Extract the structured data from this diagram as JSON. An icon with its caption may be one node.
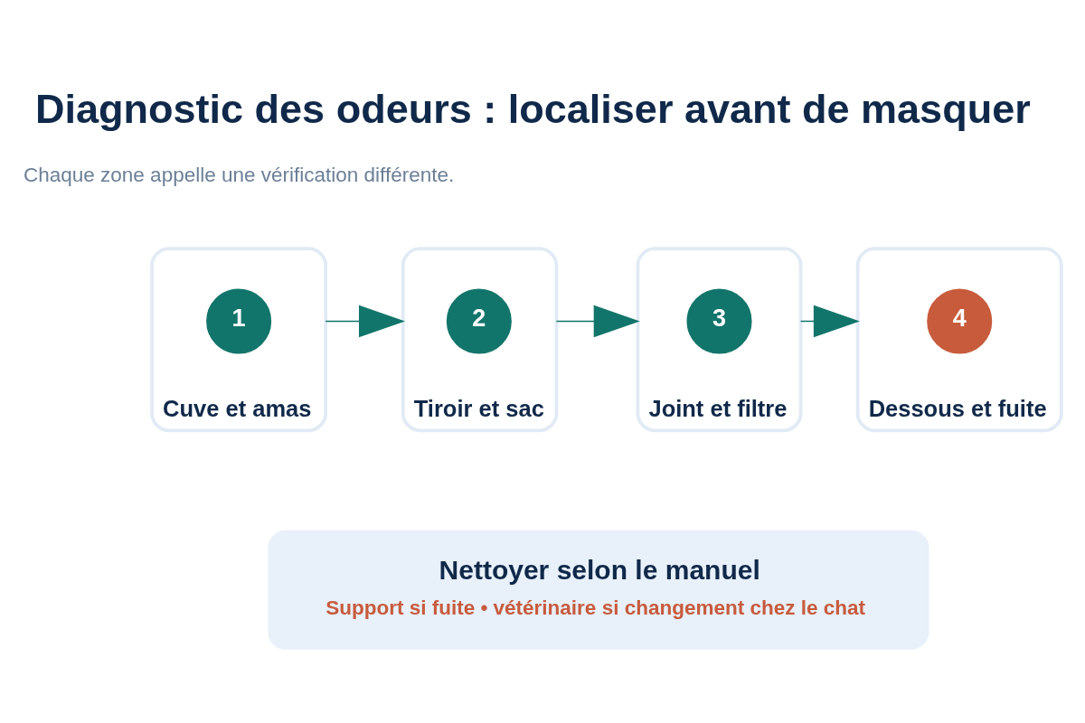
{
  "diagram": {
    "title": "Diagnostic des odeurs : localiser avant de masquer",
    "nodes": [
      {
        "text": [
          "Cuve et amas"
        ]
      },
      {
        "text": [
          "1"
        ],
        "in": 0
      },
      {
        "text": [
          "Tiroir et sac"
        ]
      },
      {
        "text": [
          "2"
        ],
        "in": 2
      },
      {
        "text": [
          "Joint et filtre"
        ]
      },
      {
        "text": [
          "3"
        ],
        "in": 4
      },
      {
        "text": [
          "Dessous et fuite"
        ]
      },
      {
        "text": [
          "4"
        ],
        "in": 6
      },
      {
        "text": [
          "Nettoyer selon le manuel",
          "Support si fuite • vétérinaire si changement chez le chat"
        ]
      }
    ],
    "edges": [
      {
        "from": 0,
        "to": 2,
        "arrow": "to"
      },
      {
        "from": 2,
        "to": 4,
        "arrow": "to"
      },
      {
        "from": 4,
        "to": 6,
        "arrow": "to"
      }
    ],
    "labels": [
      "Chaque zone appelle une vérification différente."
    ]
  }
}
